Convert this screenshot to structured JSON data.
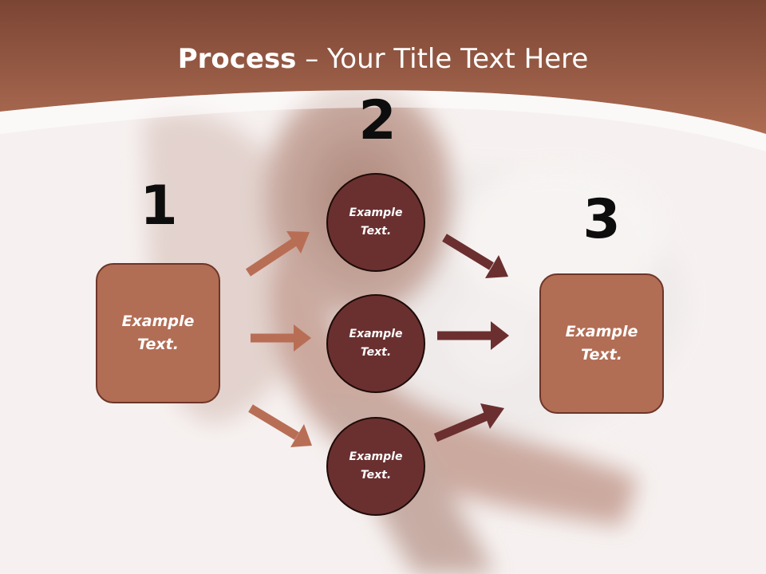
{
  "title": {
    "bold": "Process",
    "rest": " – Your Title Text Here"
  },
  "steps": [
    {
      "number": "1",
      "text": [
        "Example",
        "Text."
      ]
    },
    {
      "number": "2",
      "circles": [
        {
          "text": [
            "Example",
            "Text."
          ]
        },
        {
          "text": [
            "Example",
            "Text."
          ]
        },
        {
          "text": [
            "Example",
            "Text."
          ]
        }
      ]
    },
    {
      "number": "3",
      "text": [
        "Example",
        "Text."
      ]
    }
  ],
  "colors": {
    "header": "#a55f46",
    "box_fill": "#b26d55",
    "circle_fill": "#6a3030",
    "arrow_light": "#b86e55",
    "arrow_dark": "#6b2f2f"
  }
}
